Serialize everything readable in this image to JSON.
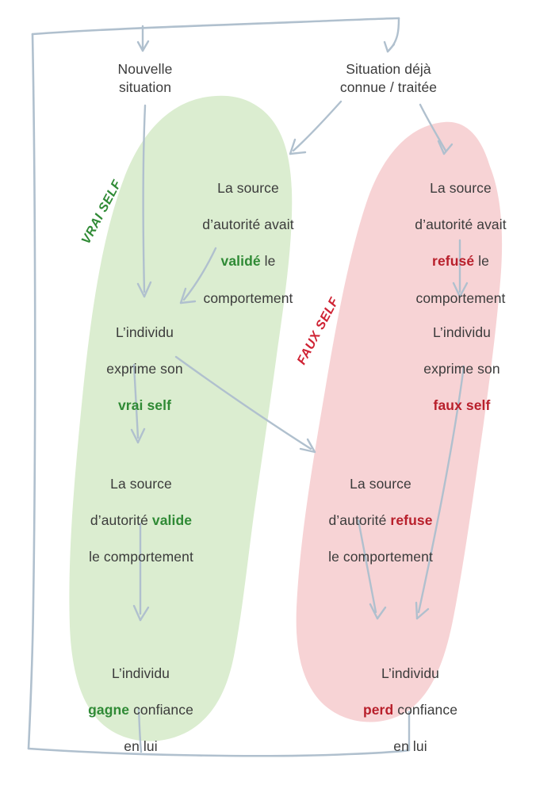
{
  "diagram": {
    "title_text_color": "#3b3b3b",
    "palette": {
      "green_fill": "#dbedd0",
      "red_fill": "#f7d3d5",
      "arrow": "#b0c0ce",
      "frame": "#b0c0ce",
      "green_text": "#2f8a35",
      "red_text": "#b81f2b",
      "band_green_text": "#2f8a35",
      "band_red_text": "#cf2233",
      "body_text": "#3b3b3b"
    },
    "bands": {
      "left": "VRAI SELF",
      "right": "FAUX SELF"
    },
    "nodes": {
      "nouvelle_situation": "Nouvelle\nsituation",
      "situation_connue": "Situation déjà\nconnue / traitée",
      "source_avait_valide_1": "La source",
      "source_avait_valide_2": "d’autorité avait",
      "source_avait_valide_kw": "validé",
      "source_avait_valide_3": " le",
      "source_avait_valide_4": "comportement",
      "source_avait_refuse_1": "La source",
      "source_avait_refuse_2": "d’autorité avait",
      "source_avait_refuse_kw": "refusé",
      "source_avait_refuse_3": " le",
      "source_avait_refuse_4": "comportement",
      "individu_vrai_1": "L’individu",
      "individu_vrai_2": "exprime son",
      "individu_vrai_kw": "vrai self",
      "individu_faux_1": "L’individu",
      "individu_faux_2": "exprime son",
      "individu_faux_kw": "faux self",
      "source_valide_1": "La source",
      "source_valide_2a": "d’autorité ",
      "source_valide_kw": "valide",
      "source_valide_3": "le comportement",
      "source_refuse_1": "La source",
      "source_refuse_2a": "d’autorité ",
      "source_refuse_kw": "refuse",
      "source_refuse_3": "le comportement",
      "gagne_1": "L’individu",
      "gagne_kw": "gagne",
      "gagne_2": " confiance",
      "gagne_3": "en lui",
      "perd_1": "L’individu",
      "perd_kw": "perd",
      "perd_2": " confiance",
      "perd_3": "en lui"
    }
  }
}
